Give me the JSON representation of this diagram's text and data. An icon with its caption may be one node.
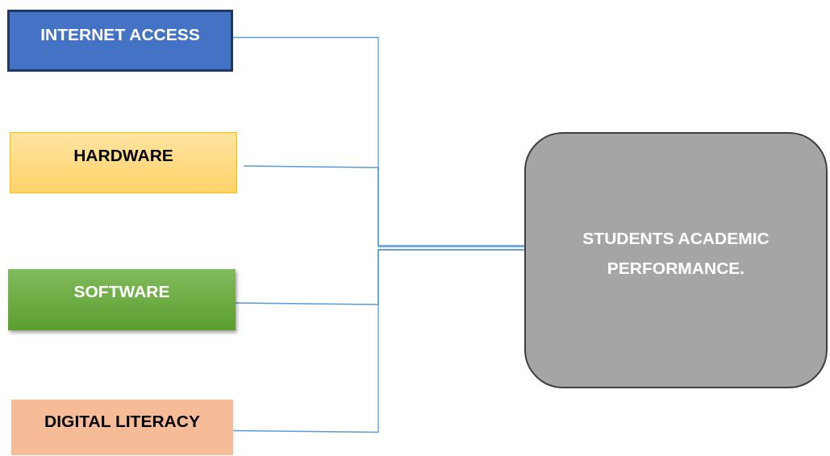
{
  "diagram": {
    "nodes": [
      {
        "text": [
          "INTERNET ACCESS"
        ]
      },
      {
        "text": [
          "HARDWARE"
        ]
      },
      {
        "text": [
          "SOFTWARE"
        ]
      },
      {
        "text": [
          "DIGITAL LITERACY"
        ]
      },
      {
        "text": [
          "STUDENTS ACADEMIC PERFORMANCE."
        ]
      }
    ],
    "edges": [
      {
        "from": 0,
        "to": 4,
        "arrow": "none"
      },
      {
        "from": 1,
        "to": 4,
        "arrow": "none"
      },
      {
        "from": 2,
        "to": 4,
        "arrow": "none"
      },
      {
        "from": 3,
        "to": 4,
        "arrow": "none"
      }
    ]
  }
}
